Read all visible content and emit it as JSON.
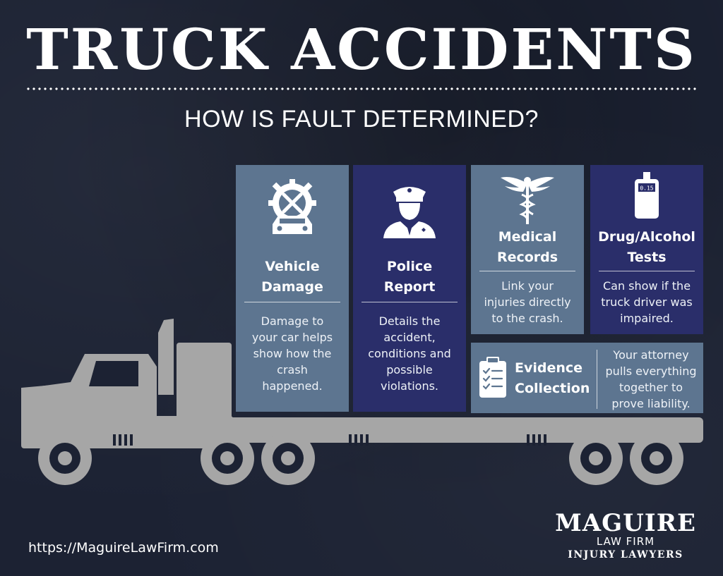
{
  "header": {
    "title": "TRUCK ACCIDENTS",
    "subtitle": "HOW IS FAULT DETERMINED?"
  },
  "panels": [
    {
      "title": "Vehicle\nDamage",
      "desc": "Damage to\nyour car helps\nshow how the\ncrash\nhappened.",
      "icon": "gear-car-icon"
    },
    {
      "title": "Police\nReport",
      "desc": "Details the\naccident,\nconditions and\npossible\nviolations.",
      "icon": "police-officer-icon"
    },
    {
      "title": "Medical\nRecords",
      "desc": "Link your\ninjuries directly\nto the crash.",
      "icon": "caduceus-icon"
    },
    {
      "title": "Drug/Alcohol\nTests",
      "desc": "Can show if the\ntruck driver was\nimpaired.",
      "icon": "breathalyzer-icon"
    },
    {
      "title": "Evidence\nCollection",
      "desc": "Your attorney\npulls everything\ntogether to\nprove liability.",
      "icon": "clipboard-icon"
    }
  ],
  "breathalyzer_display": "0.15",
  "footer": {
    "url": "https://MaguireLawFirm.com",
    "logo": {
      "line1": "MAGUIRE",
      "line2": "LAW FIRM",
      "line3": "INJURY LAWYERS"
    }
  },
  "colors": {
    "background": "#1c2233",
    "panel_slate": "#5d7590",
    "panel_navy": "#2a2e6a",
    "truck": "#a6a6a6"
  }
}
